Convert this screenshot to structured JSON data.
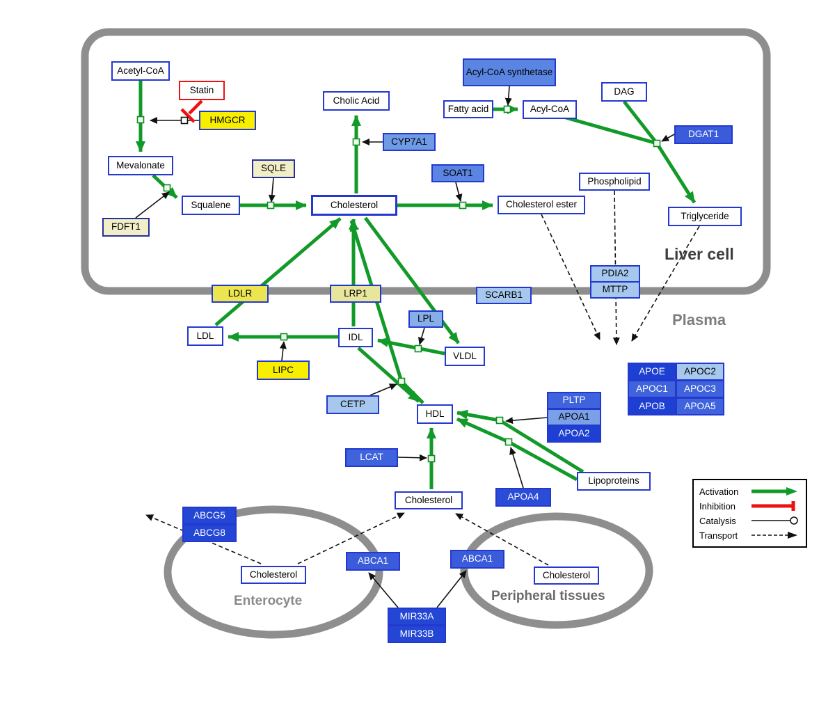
{
  "compartments": {
    "liver": "Liver cell",
    "plasma": "Plasma",
    "enterocyte": "Enterocyte",
    "peripheral": "Peripheral tissues"
  },
  "nodes": {
    "acetyl_coa": "Acetyl-CoA",
    "statin": "Statin",
    "hmgcr": "HMGCR",
    "mevalonate": "Mevalonate",
    "sqle": "SQLE",
    "fdft1": "FDFT1",
    "squalene": "Squalene",
    "cholesterol_liver": "Cholesterol",
    "cholic_acid": "Cholic Acid",
    "cyp7a1": "CYP7A1",
    "acyl_coa_synthetase": "Acyl-CoA synthetase",
    "fatty_acid": "Fatty acid",
    "acyl_coa": "Acyl-CoA",
    "dag": "DAG",
    "dgat1": "DGAT1",
    "soat1": "SOAT1",
    "phospholipid": "Phospholipid",
    "cholesterol_ester": "Cholesterol ester",
    "triglyceride": "Triglyceride",
    "ldlr": "LDLR",
    "lrp1": "LRP1",
    "scarb1": "SCARB1",
    "pdia2": "PDIA2",
    "mttp": "MTTP",
    "lpl": "LPL",
    "ldl": "LDL",
    "idl": "IDL",
    "vldl": "VLDL",
    "lipc": "LIPC",
    "cetp": "CETP",
    "hdl": "HDL",
    "lcat": "LCAT",
    "pltp": "PLTP",
    "apoa1": "APOA1",
    "apoa2": "APOA2",
    "apoa4": "APOA4",
    "lipoproteins": "Lipoproteins",
    "apoe": "APOE",
    "apoc2": "APOC2",
    "apoc1": "APOC1",
    "apoc3": "APOC3",
    "apob": "APOB",
    "apoa5": "APOA5",
    "cholesterol_plasma": "Cholesterol",
    "abcg5": "ABCG5",
    "abcg8": "ABCG8",
    "cholesterol_enterocyte": "Cholesterol",
    "abca1_left": "ABCA1",
    "abca1_right": "ABCA1",
    "cholesterol_peripheral": "Cholesterol",
    "mir33a": "MIR33A",
    "mir33b": "MIR33B"
  },
  "legend": {
    "activation": "Activation",
    "inhibition": "Inhibition",
    "catalysis": "Catalysis",
    "transport": "Transport"
  },
  "colors": {
    "activation": "#129a28",
    "inhibition": "#ee1111",
    "catalysis": "#111111",
    "membrane": "#8e8e8e",
    "metabolite_border": "#2438d0"
  }
}
